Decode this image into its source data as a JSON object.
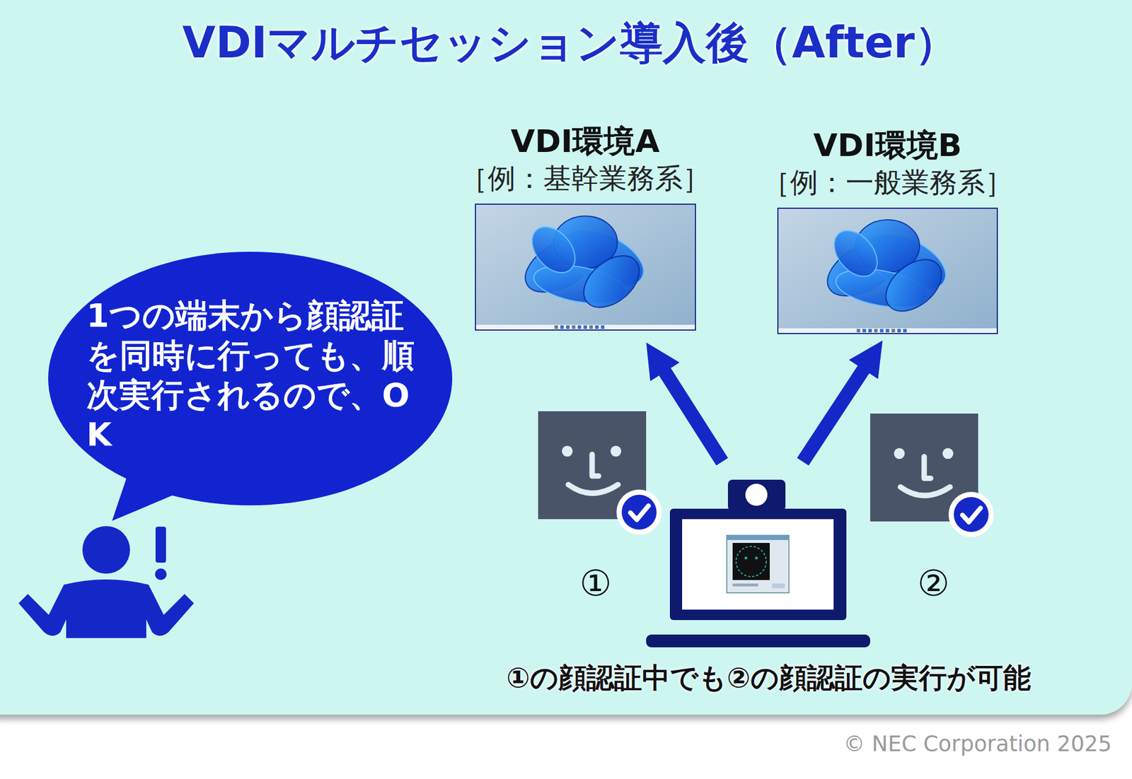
{
  "diagram": {
    "title": "VDIマルチセッション導入後（After）",
    "nodes": [
      {
        "text": [
          "VDI環境A",
          "［例：基幹業務系］"
        ]
      },
      {
        "text": [
          "VDI環境B",
          "［例：一般業務系］"
        ]
      },
      {
        "text": [
          "1つの端末から顔認証を同時に行っても、順次実行されるので、OK"
        ]
      }
    ],
    "labels": [
      "①",
      "②",
      "①の顔認証中でも②の顔認証の実行が可能",
      "© NEC Corporation 2025"
    ]
  }
}
